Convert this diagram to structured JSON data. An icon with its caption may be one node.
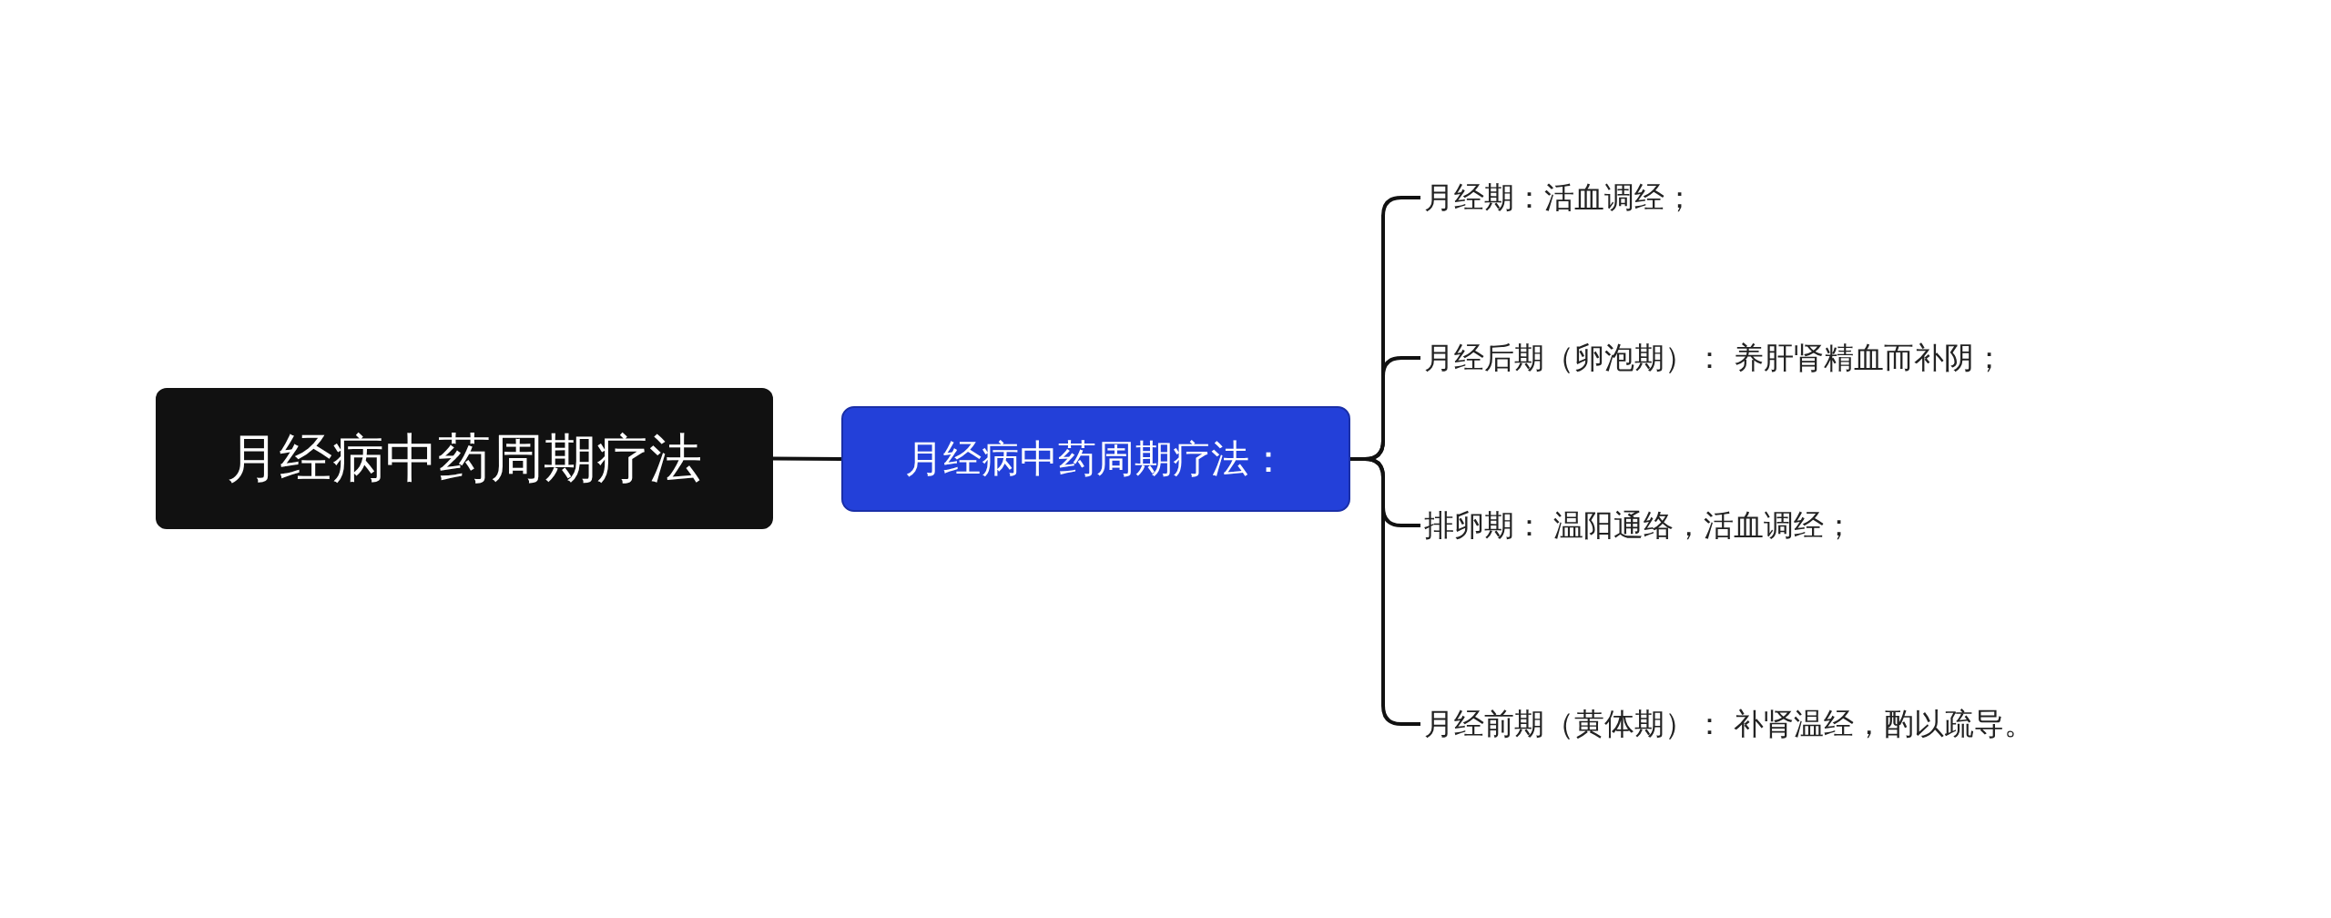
{
  "diagram": {
    "nodes": [
      {
        "text": [
          "月经病中药周期疗法"
        ]
      },
      {
        "text": [
          "月经病中药周期疗法："
        ]
      },
      {
        "text": [
          "月经期：活血调经；"
        ]
      },
      {
        "text": [
          "月经后期（卵泡期）： 养肝肾精血而补阴；"
        ]
      },
      {
        "text": [
          "排卵期： 温阳通络，活血调经；"
        ]
      },
      {
        "text": [
          "月经前期（黄体期）： 补肾温经，酌以疏导。"
        ]
      }
    ],
    "edges": [
      {
        "from": 0,
        "to": 1,
        "arrow": "none"
      },
      {
        "from": 1,
        "to": 2,
        "arrow": "none"
      },
      {
        "from": 1,
        "to": 3,
        "arrow": "none"
      },
      {
        "from": 1,
        "to": 4,
        "arrow": "none"
      },
      {
        "from": 1,
        "to": 5,
        "arrow": "none"
      }
    ]
  }
}
